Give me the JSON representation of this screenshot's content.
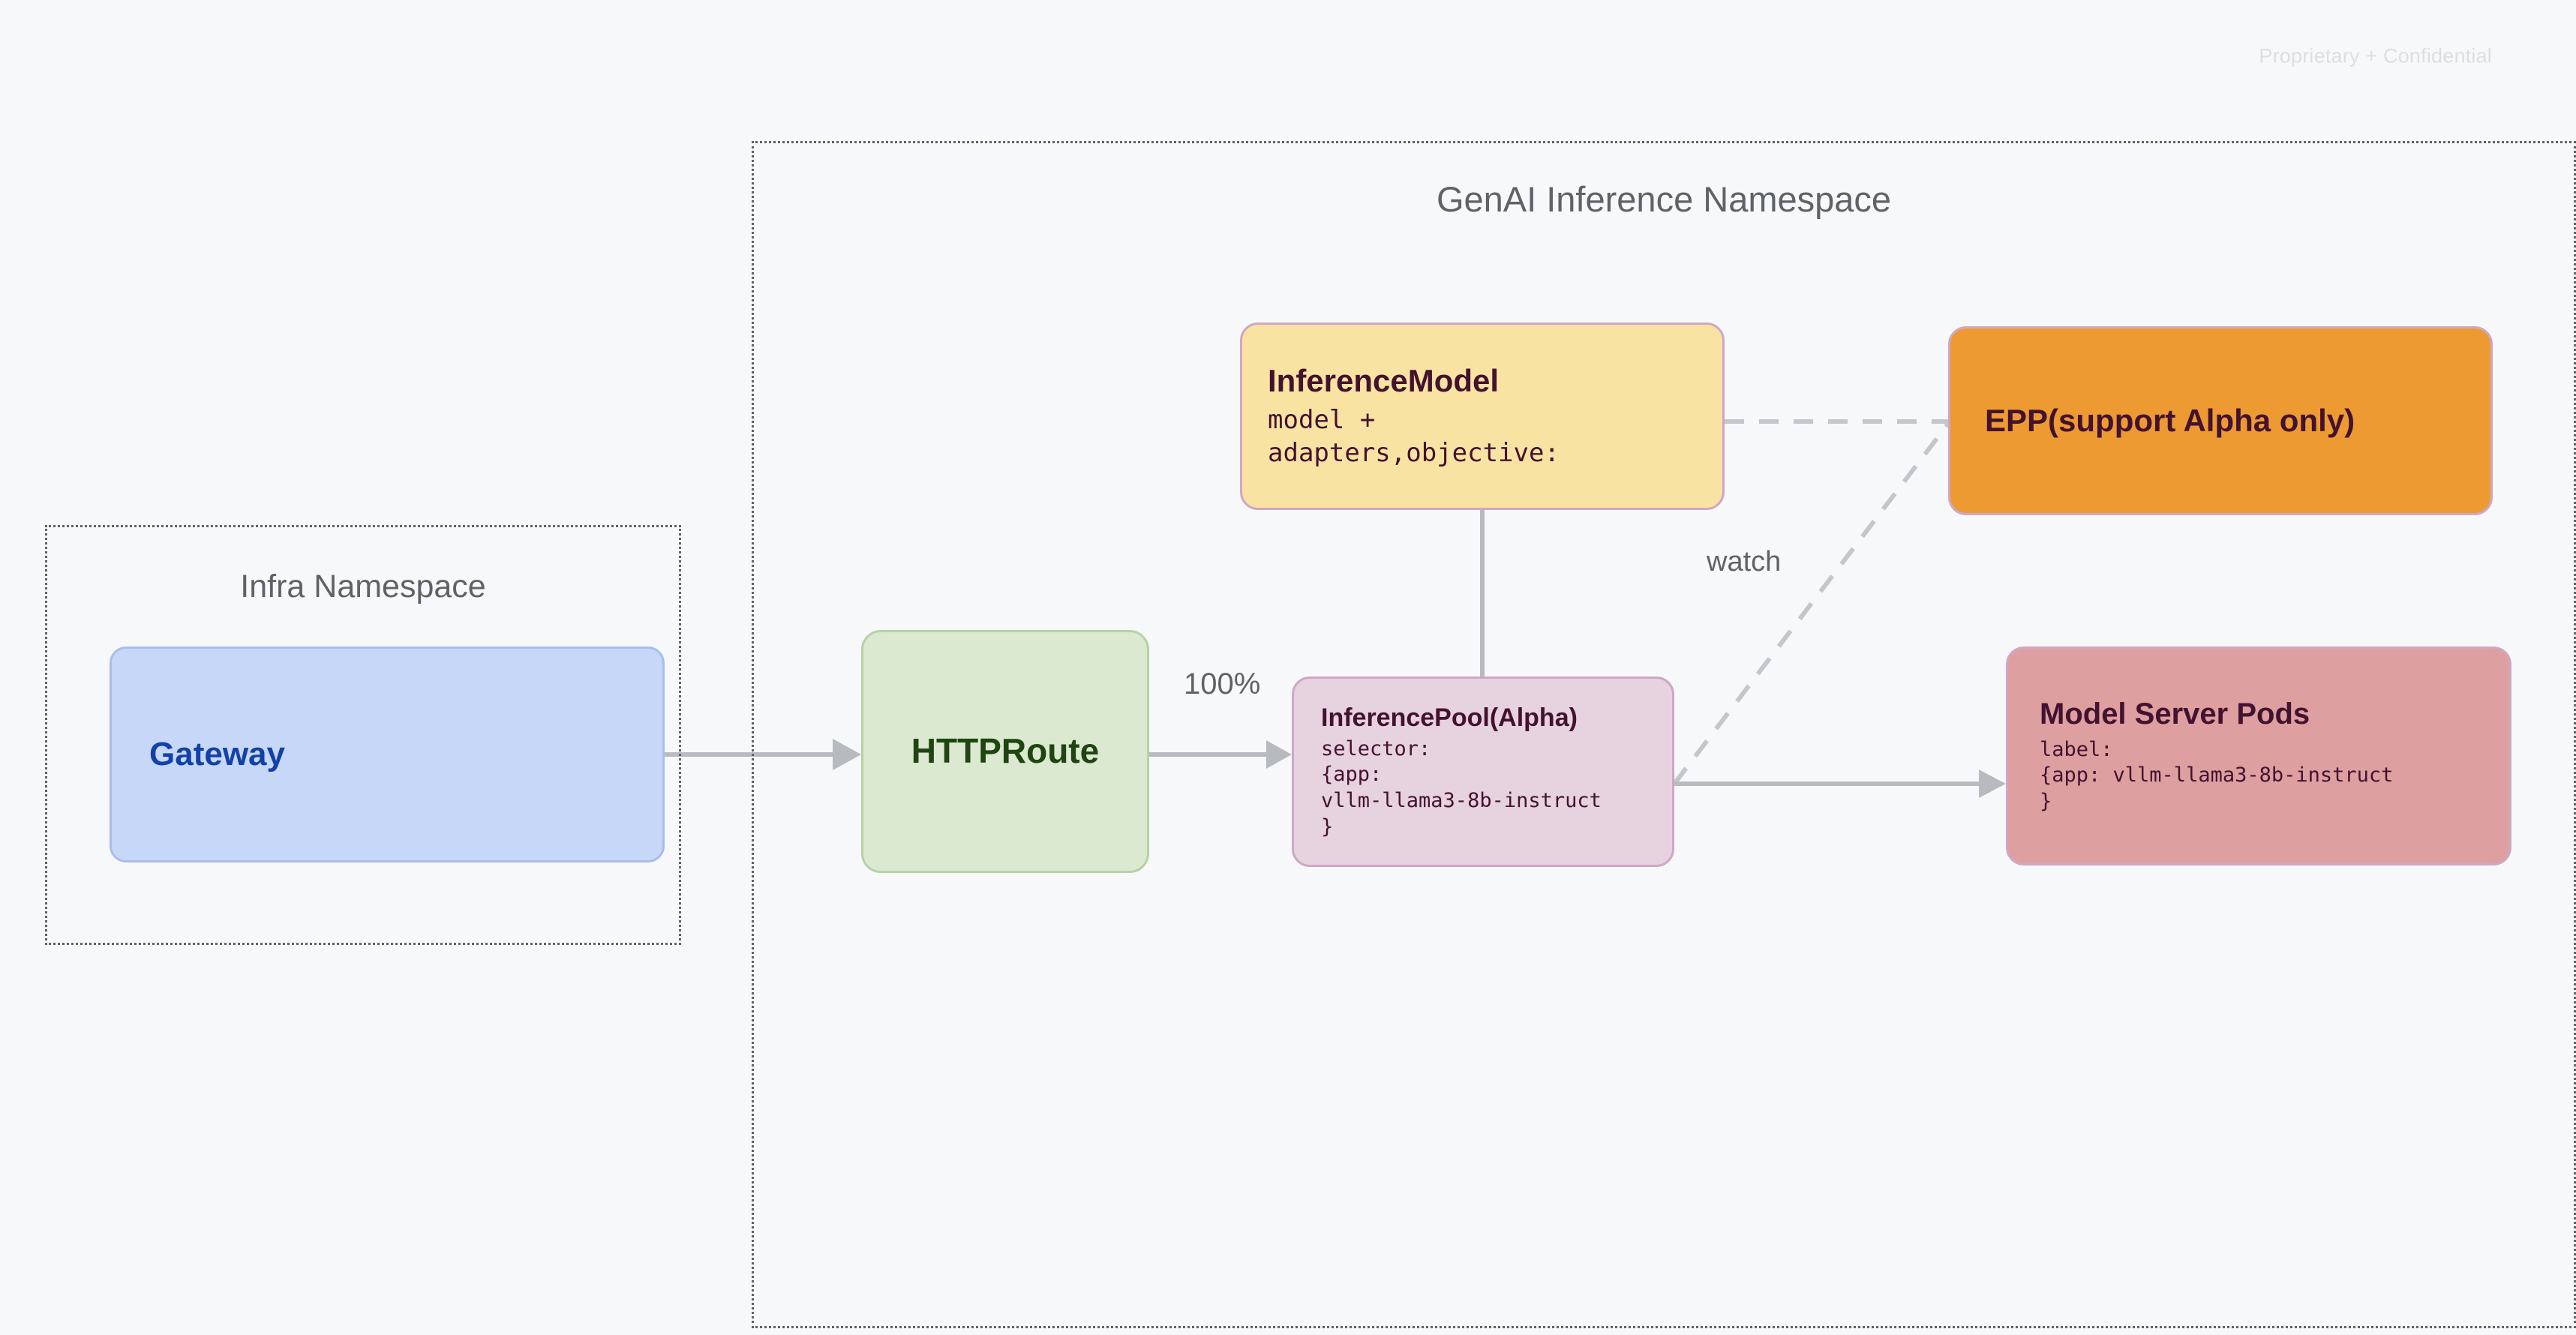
{
  "watermark": "Proprietary + Confidential",
  "namespaces": [
    {
      "id": "infra",
      "title": "Infra Namespace"
    },
    {
      "id": "genai",
      "title": "GenAI Inference Namespace"
    }
  ],
  "nodes": {
    "gateway": {
      "title": "Gateway",
      "fill": "#c6d7f7",
      "text_color": "#1341a6"
    },
    "httproute": {
      "title": "HTTPRoute",
      "fill": "#dbe9d1",
      "text_color": "#1f4510"
    },
    "inference_model": {
      "title": "InferenceModel",
      "sub": "model +\nadapters,objective:",
      "fill": "#f9e3a2",
      "text_color": "#43122f"
    },
    "inference_pool": {
      "title": "InferencePool(Alpha)",
      "sub": "selector:\n{app:\nvllm-llama3-8b-instruct\n}",
      "fill": "#e7d2e0",
      "text_color": "#43122f"
    },
    "epp": {
      "title": "EPP(support Alpha only)",
      "fill": "#ee9a33",
      "text_color": "#43122f"
    },
    "model_server_pods": {
      "title": "Model Server Pods",
      "sub": "label:\n{app: vllm-llama3-8b-instruct\n}",
      "fill": "#dd9f9f",
      "text_color": "#43122f"
    }
  },
  "edges": {
    "gateway_to_httproute": {
      "label": "",
      "style": "solid-arrow"
    },
    "httproute_to_pool": {
      "label": "100%",
      "style": "solid-arrow"
    },
    "model_to_pool": {
      "label": "",
      "style": "solid-line"
    },
    "model_to_epp": {
      "label": "",
      "style": "dashed"
    },
    "pool_to_epp": {
      "label": "watch",
      "style": "dashed"
    },
    "pool_to_pods": {
      "label": "",
      "style": "solid-arrow"
    }
  },
  "colors": {
    "background": "#f7f8fa",
    "edge": "#b7bbc0",
    "namespace_border": "#5f6368",
    "namespace_text": "#5f6368",
    "watermark": "#dcdee1"
  }
}
